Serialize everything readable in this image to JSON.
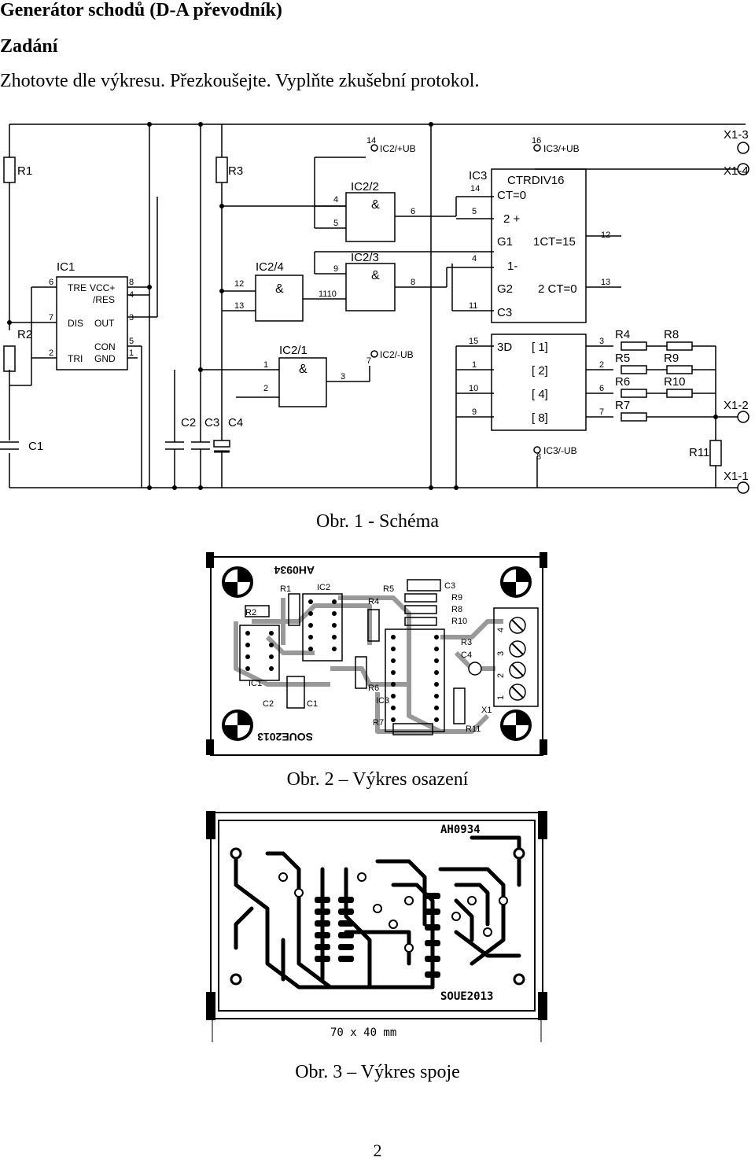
{
  "header": {
    "title": "Generátor schodů (D-A převodník)",
    "subtitle": "Zadání",
    "instruction": "Zhotovte dle výkresu. Přezkoušejte. Vyplňte zkušební protokol."
  },
  "figures": {
    "schema_caption": "Obr. 1 - Schéma",
    "osazeni_caption": "Obr. 2 – Výkres osazení",
    "spoje_caption": "Obr. 3 – Výkres spoje"
  },
  "schematic": {
    "connectors": [
      "X1-3",
      "X1-4",
      "X1-2",
      "X1-1"
    ],
    "resistors": [
      "R1",
      "R2",
      "R3",
      "R4",
      "R5",
      "R6",
      "R7",
      "R8",
      "R9",
      "R10",
      "R11"
    ],
    "capacitors": [
      "C1",
      "C2",
      "C3",
      "C4"
    ],
    "ic1": {
      "name": "IC1",
      "pins_left": [
        "TRE",
        "DIS",
        "TRI"
      ],
      "pins_right": [
        "VCC+",
        "/RES",
        "OUT",
        "CON",
        "GND"
      ]
    },
    "gates": [
      "IC2/2",
      "IC2/3",
      "IC2/4",
      "IC2/1"
    ],
    "gate_symbol": "&",
    "ic3": {
      "name": "IC3",
      "type": "CTRDIV16",
      "ct0": "CT=0",
      "plus": "2 +",
      "g1": "G1",
      "ct15": "1CT=15",
      "minus": "1-",
      "g2": "G2",
      "ct0b": "2 CT=0",
      "c3": "C3",
      "d3": "3D",
      "bits": [
        "[ 1]",
        "[ 2]",
        "[ 4]",
        "[ 8]"
      ]
    },
    "supply": [
      "IC2/+UB",
      "IC3/+UB",
      "IC2/-UB",
      "IC3/-UB"
    ]
  },
  "pcb_top": {
    "code_mirrored": "AH0934",
    "year_mirrored": "SOUE2013",
    "parts": [
      "R1",
      "IC2",
      "R5",
      "C3",
      "R2",
      "R4",
      "R9",
      "R8",
      "R10",
      "R3",
      "C4",
      "IC1",
      "C2",
      "C1",
      "R6",
      "IC3",
      "X1",
      "R7",
      "R11"
    ],
    "terminals": [
      "1",
      "2",
      "3",
      "4"
    ]
  },
  "pcb_bottom": {
    "code": "AH0934",
    "year": "SOUE2013",
    "dimension": "70 x 40 mm"
  },
  "page_number": "2"
}
